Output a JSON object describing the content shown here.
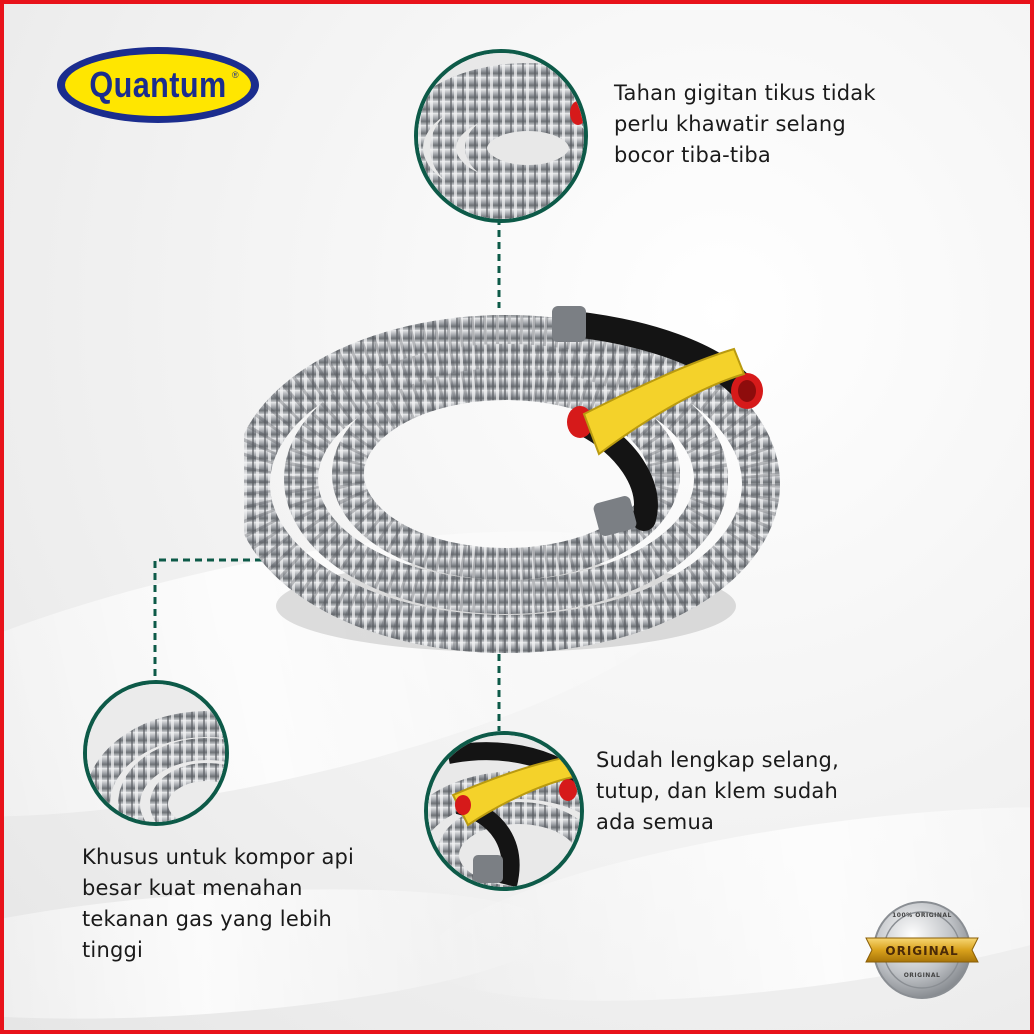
{
  "brand": {
    "logo_text": "Quantum",
    "registered_mark": "®",
    "colors": {
      "logo_ring": "#1b2d8e",
      "logo_fill": "#ffe600",
      "logo_text": "#1b2d8e"
    }
  },
  "callouts": [
    {
      "text_lines": [
        "Tahan gigitan tikus tidak",
        "perlu khawatir selang",
        "bocor tiba-tiba"
      ]
    },
    {
      "text_lines": [
        "Sudah lengkap selang,",
        "tutup, dan klem sudah",
        "ada semua"
      ]
    },
    {
      "text_lines": [
        "Khusus untuk kompor api",
        "besar kuat menahan",
        "tekanan gas yang lebih",
        "tinggi"
      ]
    }
  ],
  "badge": {
    "label": "ORIGINAL",
    "top_text": "100% ORIGINAL",
    "bottom_text": "ORIGINAL"
  },
  "colors": {
    "frame_border": "#e8121a",
    "accent_teal": "#0d5a48",
    "hose_steel": "#a9adb1",
    "clamp_yellow": "#f4d22a",
    "cap_red": "#d61a1a"
  },
  "icons": [
    "quantum-logo",
    "gas-hose-coil-image",
    "original-seal-icon"
  ]
}
